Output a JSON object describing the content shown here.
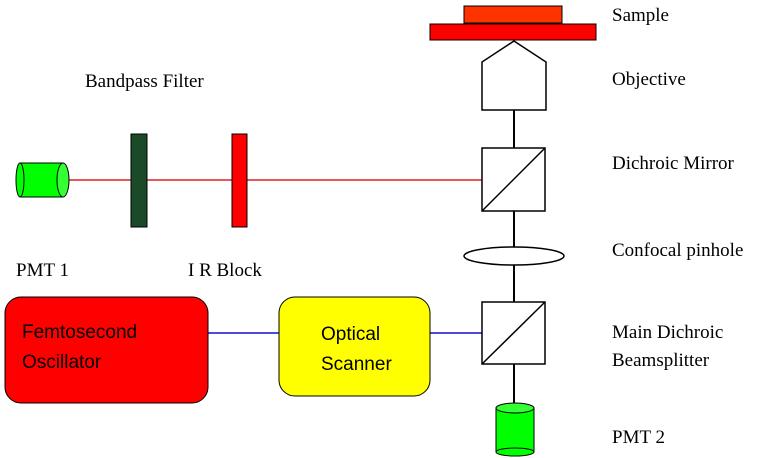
{
  "labels": {
    "sample": "Sample",
    "objective": "Objective",
    "dichroic_mirror": "Dichroic Mirror",
    "confocal_pinhole": "Confocal pinhole",
    "main_dichroic_line1": "Main Dichroic",
    "main_dichroic_line2": "Beamsplitter",
    "pmt2": "PMT 2",
    "bandpass_filter": "Bandpass Filter",
    "pmt1": "PMT 1",
    "ir_block": "I R Block",
    "oscillator_line1": "Femtosecond",
    "oscillator_line2": "Oscillator",
    "scanner_line1": "Optical",
    "scanner_line2": "Scanner"
  },
  "colors": {
    "sample_red": "#ff0000",
    "pmt_green": "#00ff00",
    "bandpass_green": "#1a4a28",
    "ir_block_red": "#ff0000",
    "oscillator_red": "#ff0000",
    "scanner_yellow": "#ffff00",
    "emission_beam": "#e02020",
    "excitation_beam": "#1010cc",
    "optical_axis": "#000000"
  }
}
